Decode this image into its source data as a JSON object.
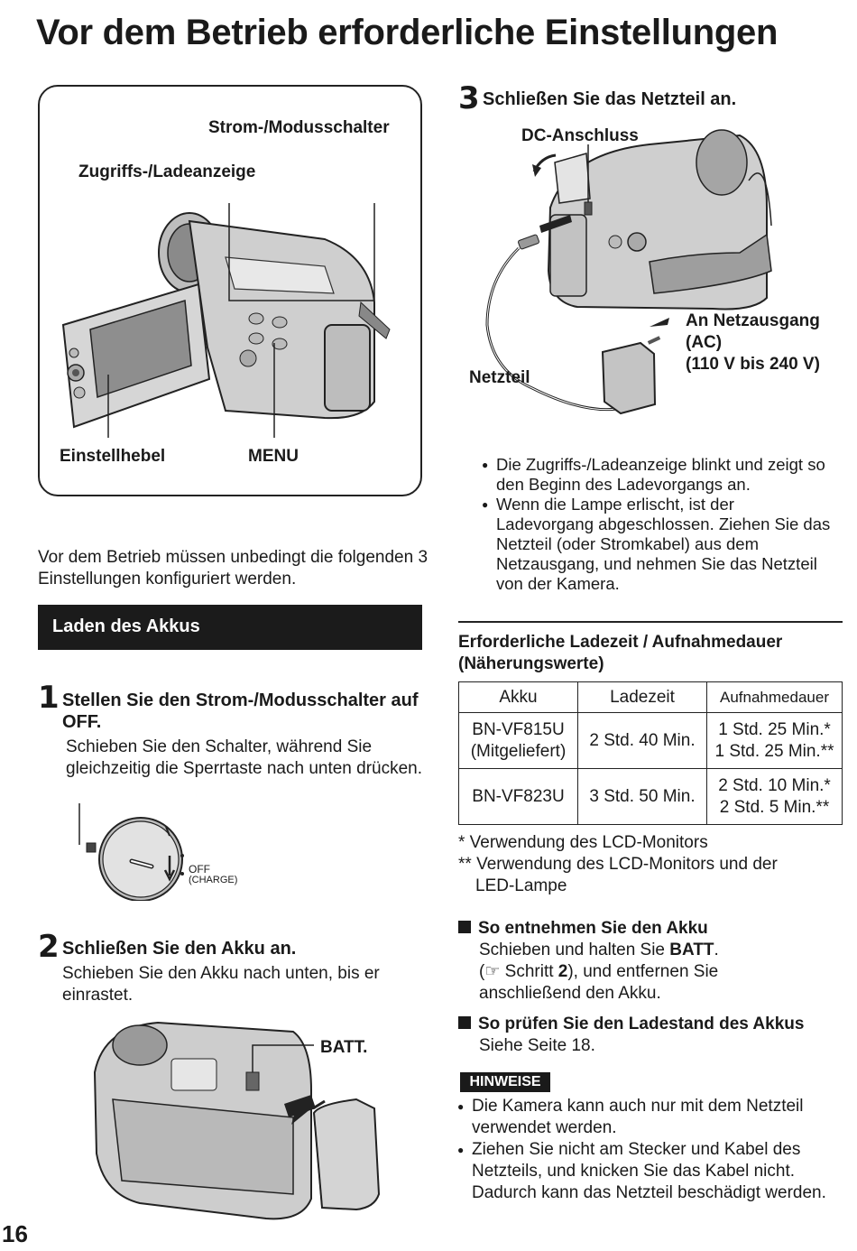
{
  "page": {
    "title": "Vor dem Betrieb erforderliche Einstellungen",
    "page_number": "16"
  },
  "figure_main": {
    "labels": {
      "power_switch": "Strom-/Modusschalter",
      "access_lamp": "Zugriffs-/Ladeanzeige",
      "set_lever": "Einstellhebel",
      "menu": "MENU"
    }
  },
  "intro": "Vor dem Betrieb müssen unbedingt die folgenden 3 Einstellungen konfiguriert werden.",
  "section": {
    "title": "Laden des Akkus"
  },
  "step1": {
    "number": "1",
    "heading": "Stellen Sie den Strom-/Modusschalter auf OFF.",
    "text": "Schieben Sie den Schalter, während Sie gleichzeitig die Sperrtaste nach unten drücken.",
    "dial_off": "OFF",
    "dial_charge": "(CHARGE)"
  },
  "step2": {
    "number": "2",
    "heading": "Schließen Sie den Akku an.",
    "text": "Schieben Sie den Akku nach unten, bis er einrastet.",
    "batt_label": "BATT."
  },
  "step3": {
    "number": "3",
    "heading": "Schließen Sie das Netzteil an.",
    "dc_label": "DC-Anschluss",
    "adapter_label": "Netzteil",
    "outlet_label_1": "An Netzausgang",
    "outlet_label_2": "(AC)",
    "outlet_label_3": "(110 V bis 240 V)",
    "bullets": [
      "Die Zugriffs-/Ladeanzeige blinkt und zeigt so den Beginn des Ladevorgangs an.",
      "Wenn die Lampe erlischt, ist der Ladevorgang abgeschlossen. Ziehen Sie das Netzteil (oder Stromkabel) aus dem Netzausgang, und nehmen Sie das Netzteil von der Kamera."
    ]
  },
  "charge_table": {
    "heading": "Erforderliche Ladezeit / Aufnahmedauer (Näherungswerte)",
    "headers": [
      "Akku",
      "Ladezeit",
      "Aufnahmedauer"
    ],
    "rows": [
      {
        "akku_1": "BN-VF815U",
        "akku_2": "(Mitgeliefert)",
        "ladezeit": "2 Std. 40 Min.",
        "dauer_1": "1 Std. 25 Min.*",
        "dauer_2": "1 Std. 25 Min.**"
      },
      {
        "akku_1": "BN-VF823U",
        "akku_2": "",
        "ladezeit": "3 Std. 50 Min.",
        "dauer_1": "2 Std. 10 Min.*",
        "dauer_2": "2 Std. 5 Min.**"
      }
    ],
    "footnote_1": "* Verwendung des LCD-Monitors",
    "footnote_2_line1": "** Verwendung des LCD-Monitors und der",
    "footnote_2_line2": "LED-Lampe"
  },
  "remove": {
    "heading": "So entnehmen Sie den Akku",
    "line1_pre": "Schieben und halten Sie ",
    "line1_bold": "BATT",
    "line1_post": ".",
    "line2_pre": "(",
    "line2_icon": "☞",
    "line2_mid": " Schritt ",
    "line2_bold": "2",
    "line2_post": "), und entfernen Sie",
    "line3": "anschließend den Akku."
  },
  "check": {
    "heading": "So prüfen Sie den Ladestand des Akkus",
    "text": "Siehe Seite 18."
  },
  "notes": {
    "badge": "HINWEISE",
    "items": [
      "Die Kamera kann auch nur mit dem Netzteil verwendet werden.",
      "Ziehen Sie nicht am Stecker und Kabel des Netzteils, und knicken Sie das Kabel nicht. Dadurch kann das Netzteil beschädigt werden."
    ]
  }
}
